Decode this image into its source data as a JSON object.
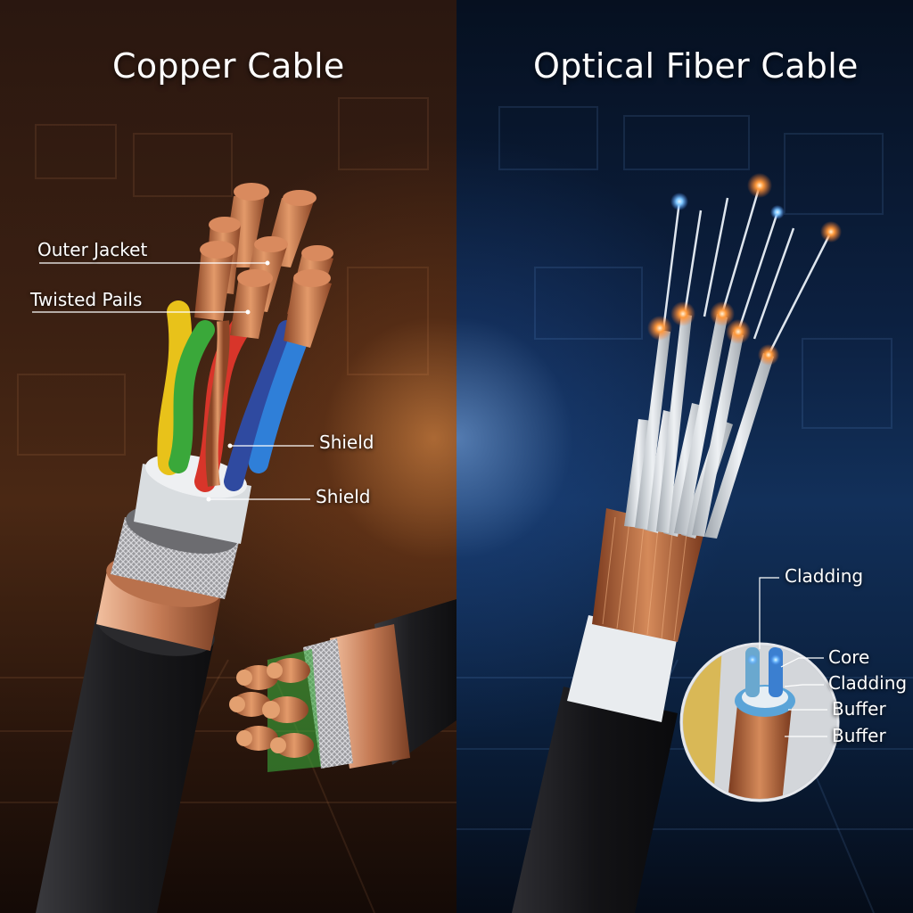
{
  "headings": {
    "copper": "Copper Cable",
    "fiber": "Optical Fiber Cable"
  },
  "copper_labels": {
    "outer_jacket": "Outer Jacket",
    "twisted_pairs": "Twisted Pails",
    "shield_1": "Shield",
    "shield_2": "Shield"
  },
  "fiber_labels": {
    "cladding_top": "Cladding",
    "core": "Core",
    "cladding": "Cladding",
    "buffer_1": "Buffer",
    "buffer_2": "Buffer"
  },
  "colors": {
    "copper_bg": "#3b2012",
    "fiber_bg": "#0c2040",
    "copper_strand": "#c8794a",
    "jacket": "#232326",
    "wire_yellow": "#e8c21a",
    "wire_green": "#3aa83a",
    "wire_red": "#d8352a",
    "wire_blue": "#2f6fd0",
    "fiber_glow": "#ff9a3c",
    "fiber_core_glow": "#7fc8ff"
  }
}
